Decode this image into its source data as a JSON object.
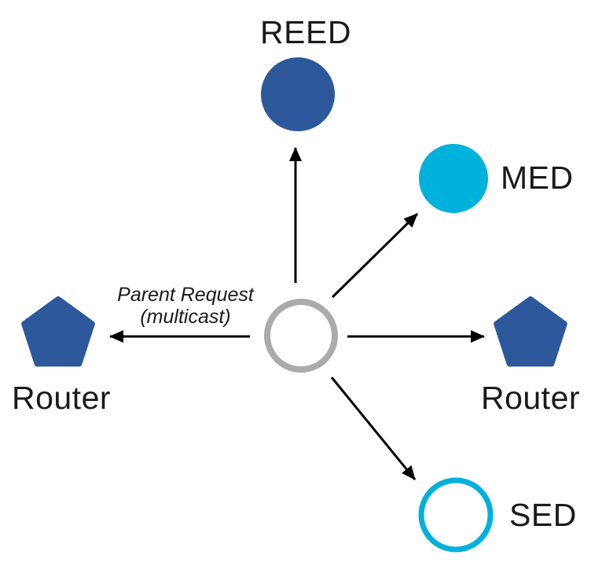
{
  "diagram": {
    "annotation": {
      "line1": "Parent Request",
      "line2": "(multicast)"
    },
    "nodes": {
      "reed": {
        "label": "REED",
        "shape": "circle",
        "fill": "#2d589c"
      },
      "med": {
        "label": "MED",
        "shape": "circle",
        "fill": "#00b1dc"
      },
      "router_left": {
        "label": "Router",
        "shape": "pentagon",
        "fill": "#2d589c"
      },
      "router_right": {
        "label": "Router",
        "shape": "pentagon",
        "fill": "#2d589c"
      },
      "sed": {
        "label": "SED",
        "shape": "circle-outline",
        "stroke": "#00b1dc",
        "fill": "#ffffff"
      },
      "center": {
        "label": "",
        "shape": "circle-outline",
        "stroke": "#ababab",
        "fill": "#ffffff"
      }
    },
    "colors": {
      "arrow": "#000000",
      "background": "#ffffff"
    }
  }
}
